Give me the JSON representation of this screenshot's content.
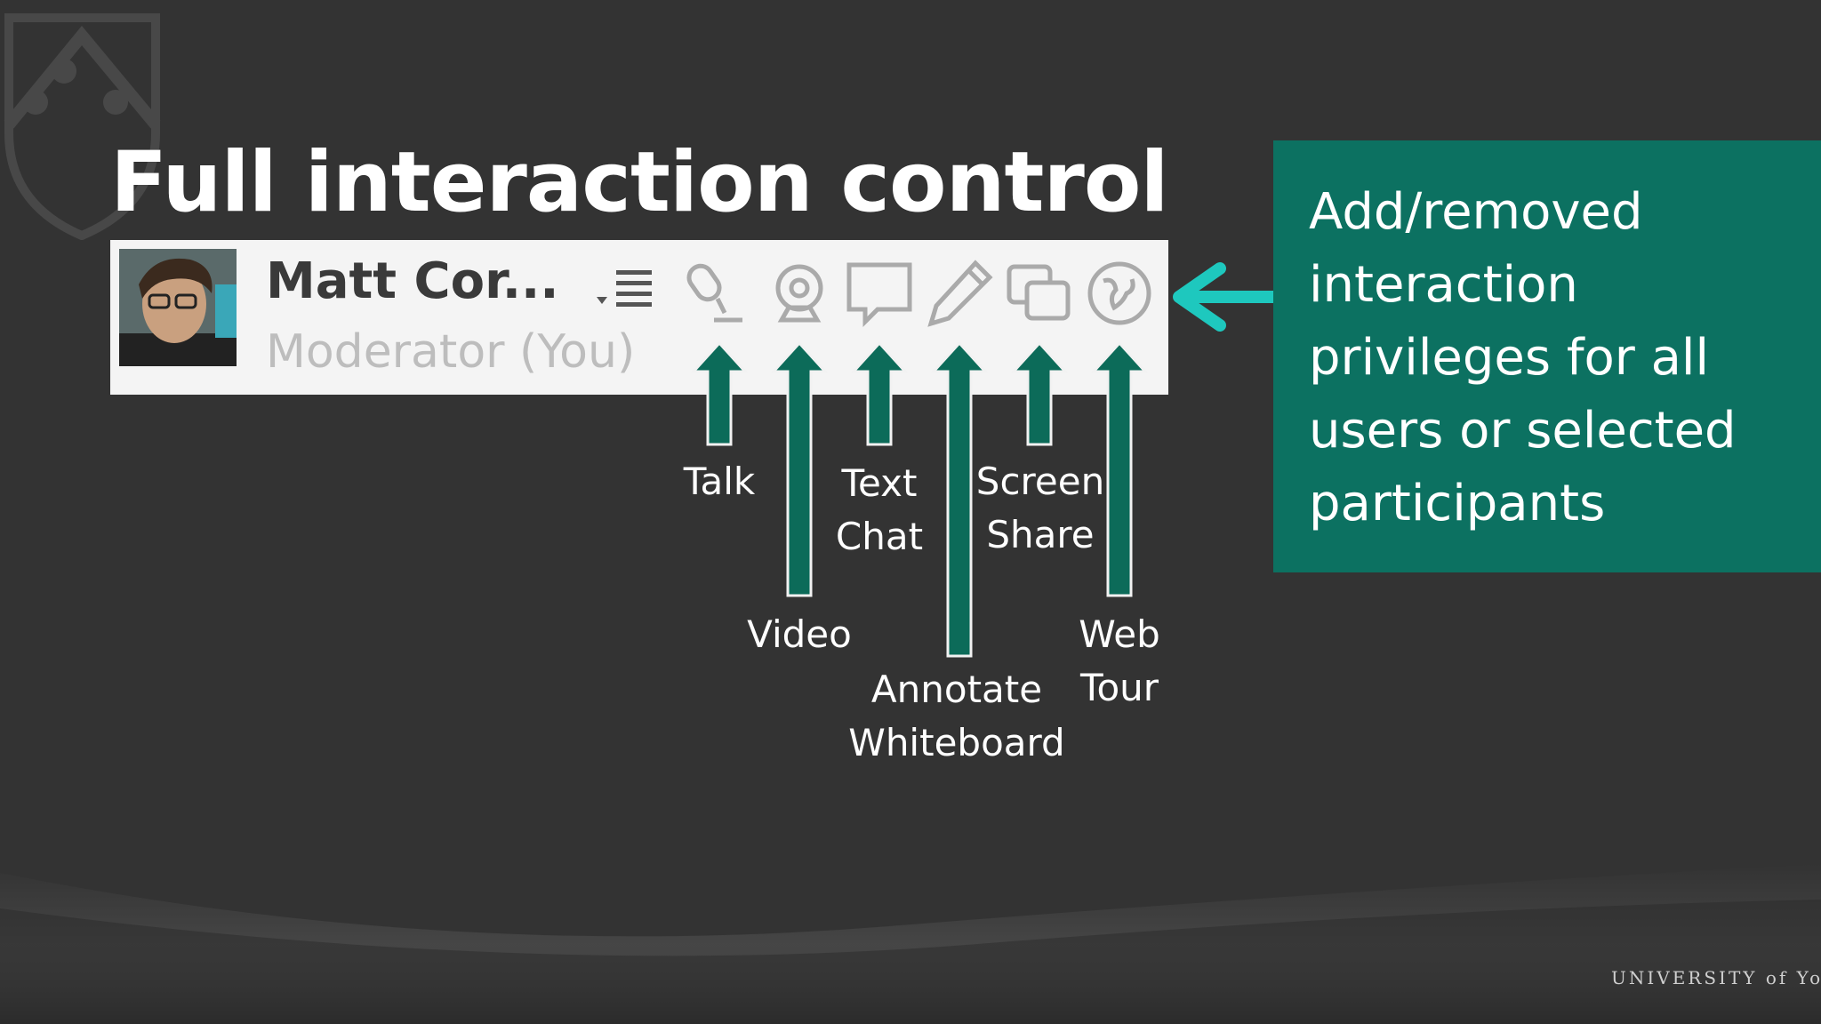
{
  "slide": {
    "title": "Full interaction control",
    "callout": "Add/removed interaction privileges for all users or selected participants",
    "logo": "UNIVERSITY of York"
  },
  "participant": {
    "name": "Matt Cor...",
    "role": "Moderator (You)"
  },
  "privileges": {
    "talk": "Talk",
    "video": "Video",
    "text_chat_line1": "Text",
    "text_chat_line2": "Chat",
    "annotate_line1": "Annotate",
    "annotate_line2": "Whiteboard",
    "screen_share_line1": "Screen",
    "screen_share_line2": "Share",
    "web_tour_line1": "Web",
    "web_tour_line2": "Tour"
  },
  "colors": {
    "background": "#333333",
    "arrow": "#0c6b59",
    "callout": "#0c7161",
    "pointer_arrow": "#1ec8be"
  },
  "icons": [
    "crest-icon",
    "menu-icon",
    "microphone-icon",
    "webcam-icon",
    "chat-icon",
    "pencil-icon",
    "screen-share-icon",
    "globe-icon"
  ]
}
